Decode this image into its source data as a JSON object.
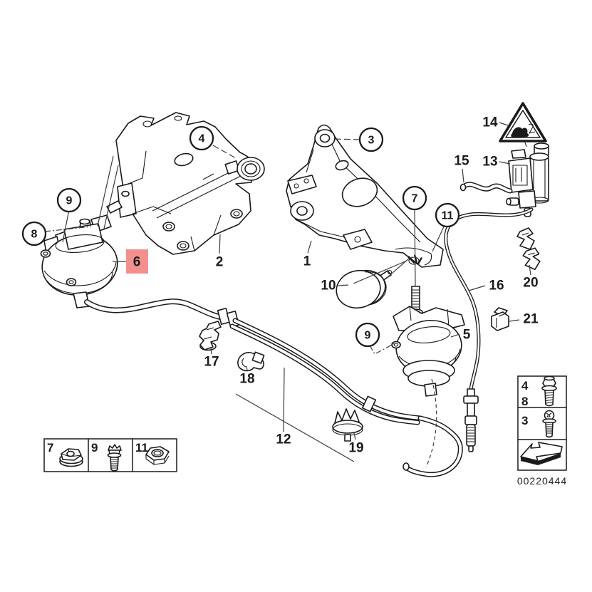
{
  "colors": {
    "line": "#1a1a1a",
    "highlight_bg": "#f29090",
    "highlight_text": "#8b1c1c"
  },
  "callouts": {
    "circled": [
      {
        "text": "3"
      },
      {
        "text": "4"
      },
      {
        "text": "7"
      },
      {
        "text": "8"
      },
      {
        "text": "9"
      },
      {
        "text": "9"
      },
      {
        "text": "11"
      }
    ],
    "plain": [
      {
        "text": "1"
      },
      {
        "text": "2"
      },
      {
        "text": "5"
      },
      {
        "text": "10"
      },
      {
        "text": "12"
      },
      {
        "text": "13"
      },
      {
        "text": "14"
      },
      {
        "text": "15"
      },
      {
        "text": "16"
      },
      {
        "text": "17"
      },
      {
        "text": "18"
      },
      {
        "text": "19"
      },
      {
        "text": "20"
      },
      {
        "text": "21"
      }
    ],
    "highlighted": {
      "text": "6"
    }
  },
  "legend_left": {
    "cells": [
      {
        "part": "7",
        "icon": "flange-nut-icon"
      },
      {
        "part": "9",
        "icon": "torx-bolt-icon"
      },
      {
        "part": "11",
        "icon": "hex-nut-icon"
      }
    ]
  },
  "legend_right": {
    "rows": [
      {
        "parts": [
          "4",
          "8"
        ],
        "icon": "hex-flange-bolt-icon"
      },
      {
        "parts": [
          "3"
        ],
        "icon": "torx-stud-bolt-icon"
      },
      {
        "parts": [],
        "icon": "direction-arrow-icon"
      }
    ]
  },
  "footer": {
    "diagram_number": "00220444"
  }
}
